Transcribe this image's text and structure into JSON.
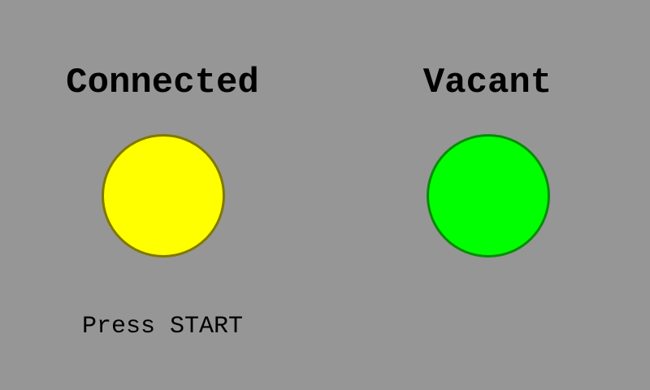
{
  "players": [
    {
      "status_label": "Connected",
      "indicator_color": "#ffff00",
      "indicator_border_color": "#807800",
      "hint": "Press START"
    },
    {
      "status_label": "Vacant",
      "indicator_color": "#00ff00",
      "indicator_border_color": "#0a8a0a",
      "hint": ""
    }
  ],
  "colors": {
    "background": "#969696",
    "text": "#000000"
  }
}
